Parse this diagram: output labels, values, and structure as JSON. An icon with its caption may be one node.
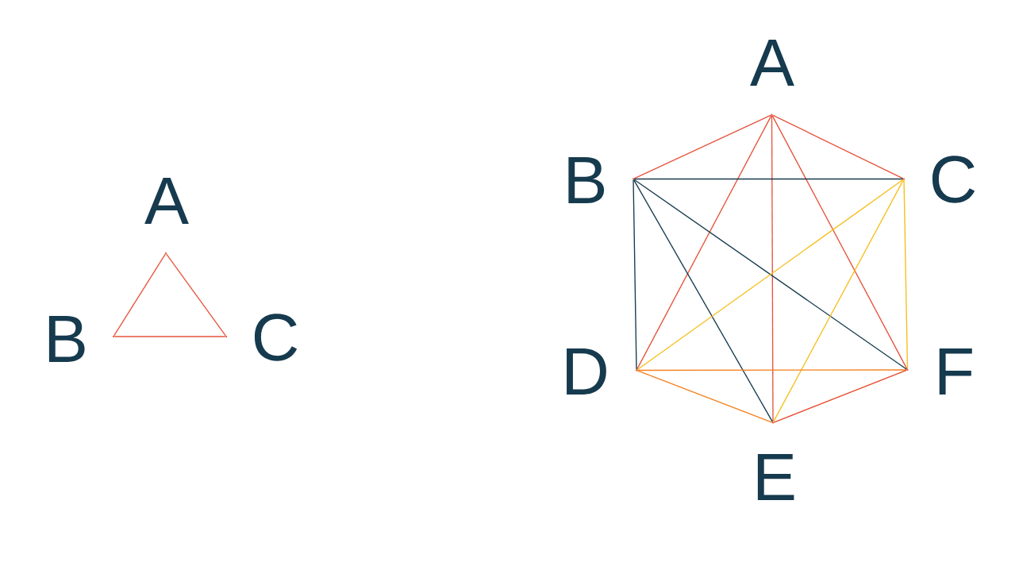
{
  "diagram": {
    "nodes": [
      {
        "text": [],
        "shape": "point",
        "beside": [
          "A"
        ]
      },
      {
        "text": [],
        "shape": "point",
        "beside": [
          "B"
        ]
      },
      {
        "text": [],
        "shape": "point",
        "beside": [
          "C"
        ]
      },
      {
        "text": [],
        "shape": "point",
        "beside": [
          "A"
        ]
      },
      {
        "text": [],
        "shape": "point",
        "beside": [
          "B"
        ]
      },
      {
        "text": [],
        "shape": "point",
        "beside": [
          "C"
        ]
      },
      {
        "text": [],
        "shape": "point",
        "beside": [
          "D"
        ]
      },
      {
        "text": [],
        "shape": "point",
        "beside": [
          "E"
        ]
      },
      {
        "text": [],
        "shape": "point",
        "beside": [
          "F"
        ]
      }
    ],
    "edges": [
      {
        "from": 0,
        "to": 1,
        "arrow": "none"
      },
      {
        "from": 1,
        "to": 2,
        "arrow": "none"
      },
      {
        "from": 0,
        "to": 2,
        "arrow": "none"
      },
      {
        "from": 3,
        "to": 4,
        "arrow": "none"
      },
      {
        "from": 3,
        "to": 5,
        "arrow": "none"
      },
      {
        "from": 3,
        "to": 6,
        "arrow": "none"
      },
      {
        "from": 3,
        "to": 7,
        "arrow": "none"
      },
      {
        "from": 3,
        "to": 8,
        "arrow": "none"
      },
      {
        "from": 4,
        "to": 5,
        "arrow": "none",
        "color": "#163a4e"
      },
      {
        "from": 4,
        "to": 6,
        "arrow": "none",
        "color": "#163a4e"
      },
      {
        "from": 4,
        "to": 7,
        "arrow": "none",
        "color": "#163a4e"
      },
      {
        "from": 4,
        "to": 8,
        "arrow": "none",
        "color": "#163a4e"
      },
      {
        "from": 5,
        "to": 6,
        "arrow": "none",
        "color": "#f6be1a"
      },
      {
        "from": 5,
        "to": 7,
        "arrow": "none",
        "color": "#f6be1a"
      },
      {
        "from": 5,
        "to": 8,
        "arrow": "none",
        "color": "#f6be1a"
      },
      {
        "from": 6,
        "to": 7,
        "arrow": "none",
        "color": "#f5801e"
      },
      {
        "from": 6,
        "to": 8,
        "arrow": "none",
        "color": "#f5801e"
      },
      {
        "from": 7,
        "to": 8,
        "arrow": "none",
        "color": "#e8472a"
      }
    ]
  }
}
